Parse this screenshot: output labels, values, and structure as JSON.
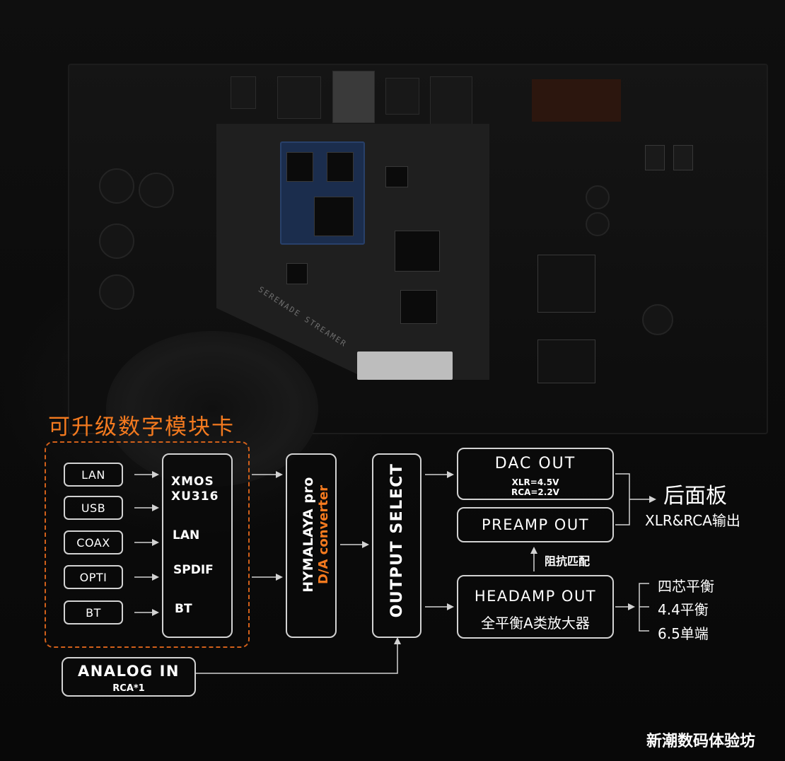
{
  "title": "可升级数字模块卡",
  "inputs": [
    "LAN",
    "USB",
    "COAX",
    "OPTI",
    "BT"
  ],
  "xmos": {
    "line1": "XMOS",
    "line2": "XU316",
    "lan": "LAN",
    "spdif": "SPDIF",
    "bt": "BT"
  },
  "dac": {
    "line1": "HYMALAYA pro",
    "line2": "D/A converter"
  },
  "output_select": "OUTPUT SELECT",
  "dac_out": {
    "title": "DAC OUT",
    "xlr": "XLR=4.5V",
    "rca": "RCA=2.2V"
  },
  "preamp_out": "PREAMP OUT",
  "impedance": "阻抗匹配",
  "headamp": {
    "title": "HEADAMP OUT",
    "subtitle": "全平衡A类放大器"
  },
  "rear_panel": {
    "title": "后面板",
    "subtitle": "XLR&RCA输出"
  },
  "headphone_outputs": [
    "四芯平衡",
    "4.4平衡",
    "6.5单端"
  ],
  "analog_in": {
    "title": "ANALOG IN",
    "subtitle": "RCA*1"
  },
  "board_label": "SERENADE STREAMER",
  "watermark": "新潮数码体验坊",
  "colors": {
    "accent": "#f47a1f",
    "border": "#d2d2d2",
    "background": "#0b0b0b"
  }
}
